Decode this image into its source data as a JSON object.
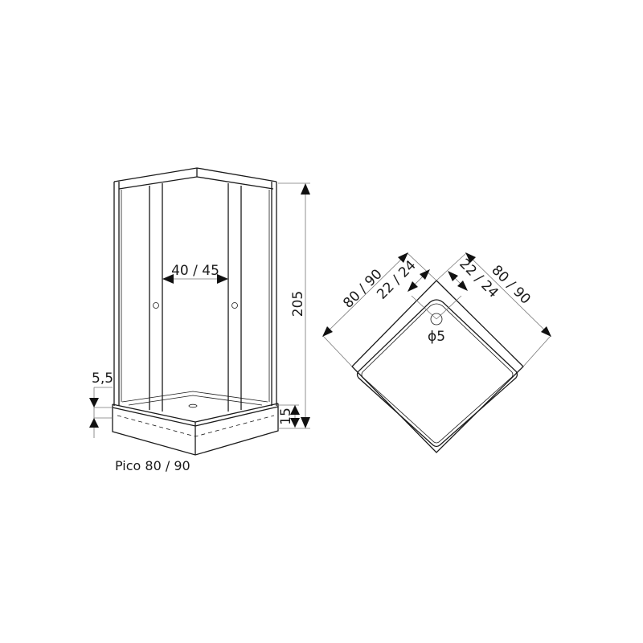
{
  "drawing": {
    "caption": "Pico  80 / 90",
    "front_view": {
      "door_width_label": "40 / 45",
      "height_label": "205",
      "tray_height_label": "15",
      "tray_step_label": "5,5"
    },
    "top_view": {
      "side_left_label": "80 / 90",
      "side_right_label": "80 / 90",
      "drain_offset_left_label": "22 / 24",
      "drain_offset_right_label": "22 / 24",
      "drain_diameter_label": "ϕ5"
    }
  }
}
